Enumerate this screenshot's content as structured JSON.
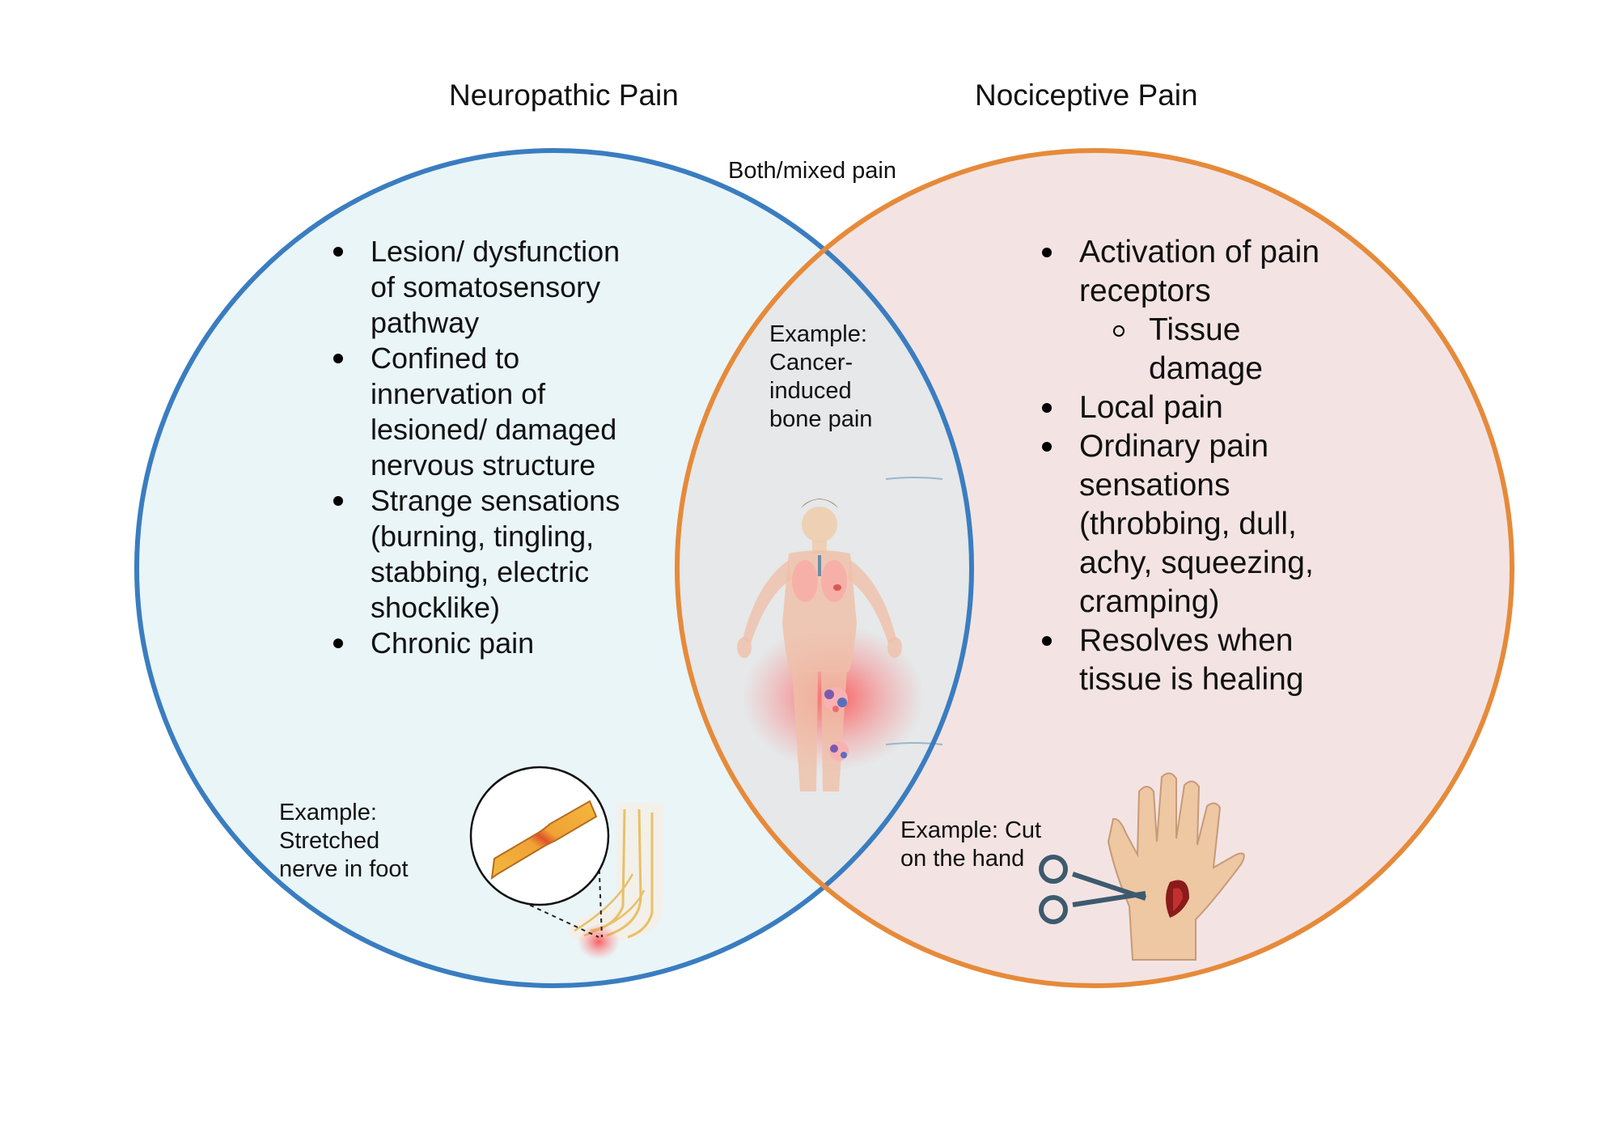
{
  "titles": {
    "left": "Neuropathic Pain",
    "right": "Nociceptive Pain",
    "overlap": "Both/mixed pain"
  },
  "colors": {
    "left_circle_stroke": "#3a7dc0",
    "left_circle_fill": "#eaf5f8",
    "right_circle_stroke": "#e68a3a",
    "right_circle_fill": "#f3e4e3",
    "overlap_fill": "#e6e8e9",
    "nerve_yellow": "#f0b43a",
    "nerve_red": "#e0522a",
    "pain_glow": "#ff3b3b",
    "skin": "#eec7a3",
    "scissors": "#3d5a6e",
    "wound": "#8b1a1a"
  },
  "neuropathic": {
    "bullets": [
      "Lesion/ dysfunction of somatosensory pathway",
      "Confined to innervation of lesioned/ damaged nervous structure",
      "Strange sensations (burning, tingling, stabbing, electric shocklike)",
      "Chronic pain"
    ],
    "example": "Example: Stretched nerve in foot"
  },
  "nociceptive": {
    "bullet1": "Activation of pain receptors",
    "sub_bullet": "Tissue damage",
    "bullets_rest": [
      "Local pain",
      "Ordinary pain sensations (throbbing, dull, achy, squeezing, cramping)",
      "Resolves when tissue is healing"
    ],
    "example": "Example: Cut on the hand"
  },
  "mixed": {
    "example": "Example: Cancer-induced bone pain"
  },
  "icons": {
    "nerve": "stretched-nerve-icon",
    "foot": "foot-nerves-icon",
    "body": "human-body-icon",
    "hand": "cut-hand-icon",
    "scissors": "scissors-icon"
  }
}
